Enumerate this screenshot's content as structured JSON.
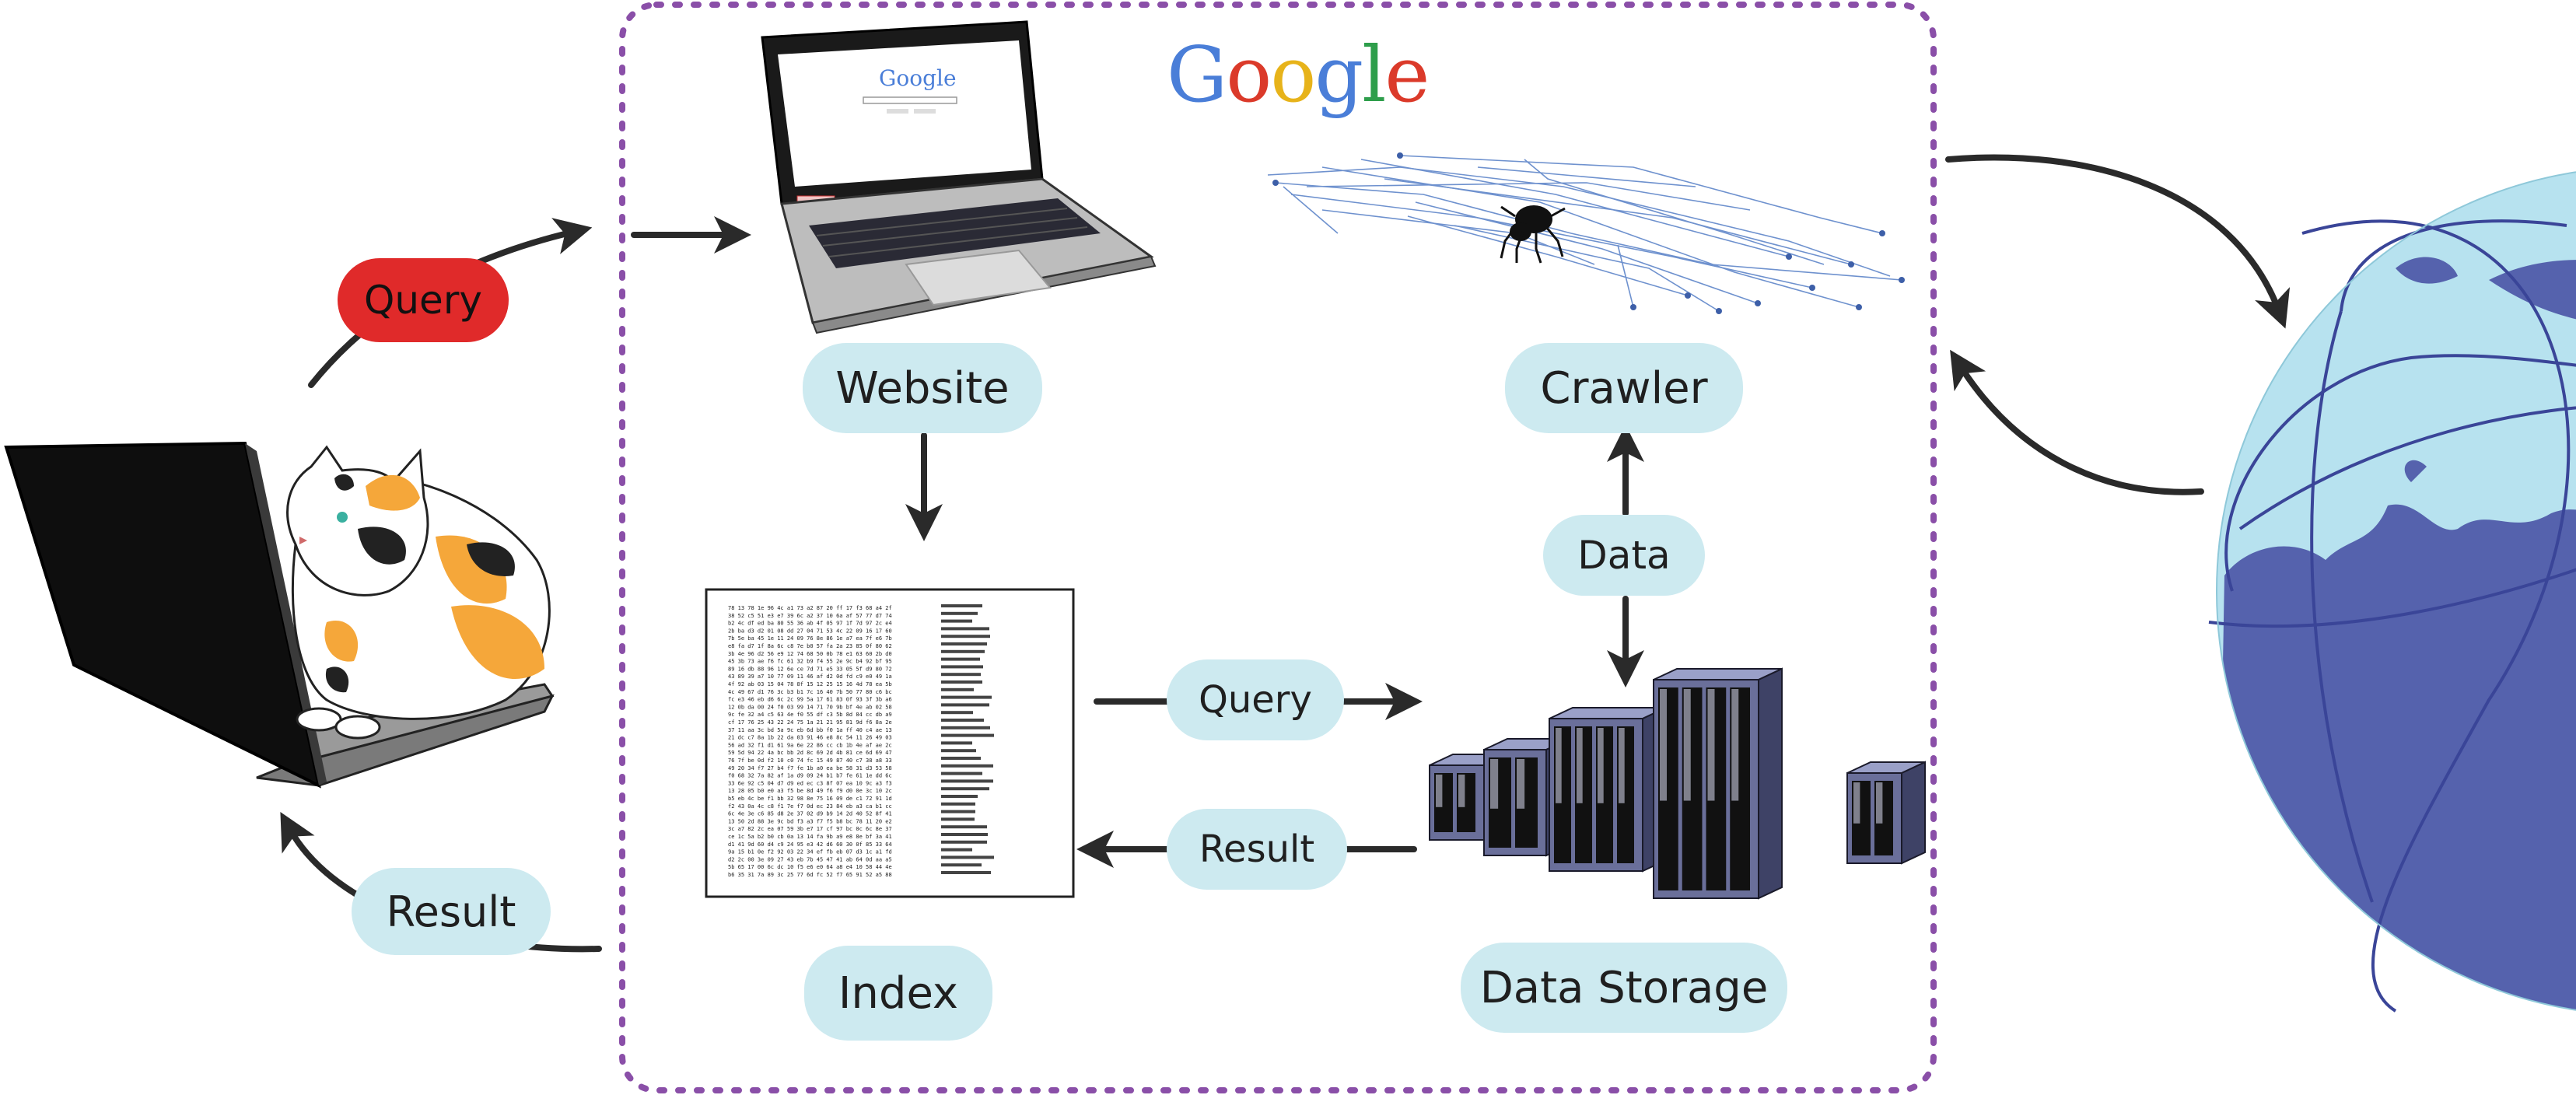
{
  "brand": {
    "google_letters": [
      {
        "ch": "G",
        "color": "blue"
      },
      {
        "ch": "o",
        "color": "red"
      },
      {
        "ch": "o",
        "color": "yellow"
      },
      {
        "ch": "g",
        "color": "blue"
      },
      {
        "ch": "l",
        "color": "green"
      },
      {
        "ch": "e",
        "color": "red"
      }
    ]
  },
  "labels": {
    "query_user": "Query",
    "result_user": "Result",
    "website": "Website",
    "crawler": "Crawler",
    "data": "Data",
    "index": "Index",
    "query_index": "Query",
    "result_storage": "Result",
    "data_storage": "Data Storage"
  },
  "icons": [
    "laptop-with-cat",
    "laptop-google-icon",
    "crawler-spider-icon",
    "index-document-icon",
    "server-rack-icon",
    "globe-icon"
  ],
  "colors": {
    "pill_blue": "#cdeaf0",
    "pill_red": "#e02a2a",
    "dashed_border": "#8a4fa8",
    "arrow": "#2a2a2a",
    "globe_ocean": "#b7e2ef",
    "globe_land": "#5562ad"
  }
}
